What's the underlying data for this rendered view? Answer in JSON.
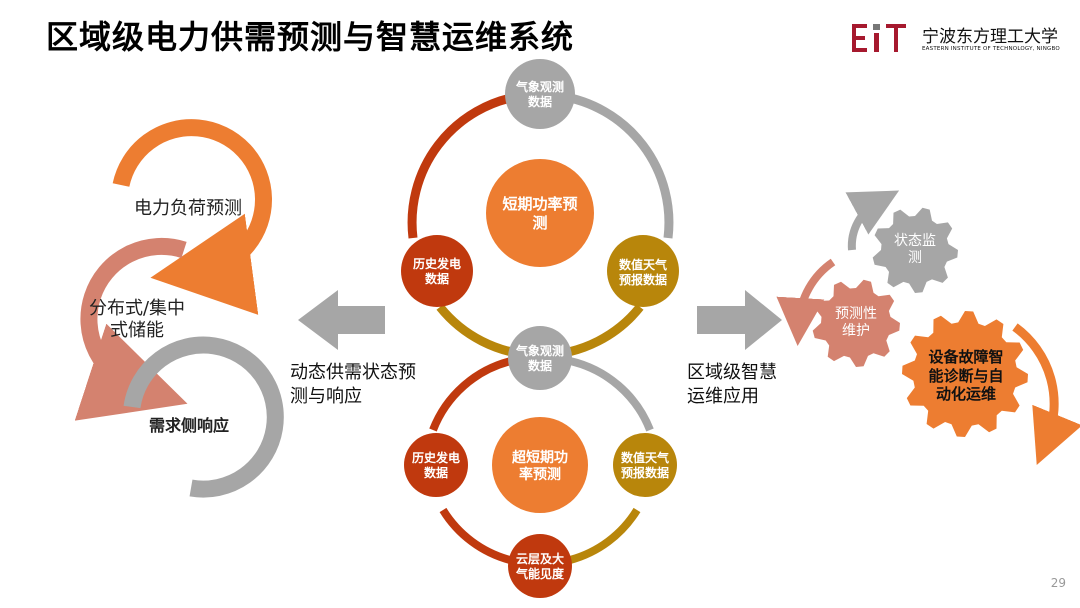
{
  "title": "区域级电力供需预测与智慧运维系统",
  "logo": {
    "name": "宁波东方理工大学",
    "subtitle": "EASTERN INSTITUTE OF TECHNOLOGY, NINGBO",
    "mark_text": "EIT"
  },
  "page_number": "29",
  "left_cycle": {
    "load_forecast": "电力负荷预测",
    "storage": "分布式/集中式储能",
    "demand_response": "需求侧响应"
  },
  "left_arrow_label": "动态供需状态预测与响应",
  "right_arrow_label": "区域级智慧运维应用",
  "upper_loop": {
    "center": "短期功率预测",
    "meteorological": "气象观测数据",
    "history": "历史发电数据",
    "nwp": "数值天气预报数据"
  },
  "lower_loop": {
    "center": "超短期功率预测",
    "meteorological": "气象观测数据",
    "history": "历史发电数据",
    "nwp": "数值天气预报数据",
    "cloud": "云层及大气能见度"
  },
  "gears": {
    "monitoring": "状态监测",
    "predictive": "预测性维护",
    "diagnosis": "设备故障智能诊断与自动化运维"
  },
  "colors": {
    "orange": "#ED7D31",
    "salmon": "#D4826F",
    "gray": "#A6A6A6",
    "dark_red": "#C0390E",
    "olive": "#B8860B",
    "brand_red": "#A6192E"
  }
}
